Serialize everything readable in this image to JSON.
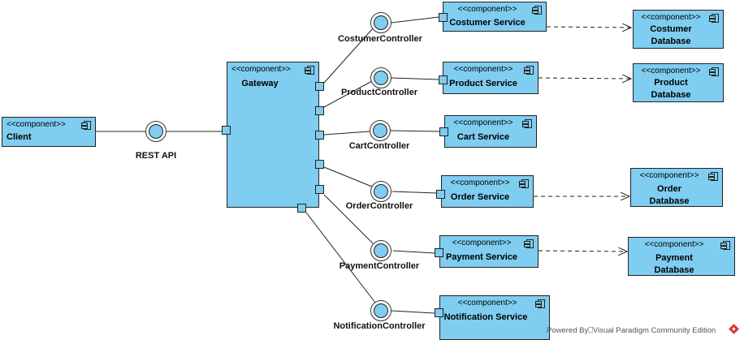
{
  "diagram": {
    "components": {
      "client": {
        "stereotype": "<<component>>",
        "name": "Client"
      },
      "gateway": {
        "stereotype": "<<component>>",
        "name": "Gateway"
      },
      "costumer_service": {
        "stereotype": "<<component>>",
        "name": "Costumer Service"
      },
      "product_service": {
        "stereotype": "<<component>>",
        "name": "Product Service"
      },
      "cart_service": {
        "stereotype": "<<component>>",
        "name": "Cart Service"
      },
      "order_service": {
        "stereotype": "<<component>>",
        "name": "Order Service"
      },
      "payment_service": {
        "stereotype": "<<component>>",
        "name": "Payment Service"
      },
      "notification_service": {
        "stereotype": "<<component>>",
        "name": "Notification Service"
      },
      "costumer_database": {
        "stereotype": "<<component>>",
        "name_line1": "Costumer",
        "name_line2": "Database"
      },
      "product_database": {
        "stereotype": "<<component>>",
        "name_line1": "Product",
        "name_line2": "Database"
      },
      "order_database": {
        "stereotype": "<<component>>",
        "name_line1": "Order",
        "name_line2": "Database"
      },
      "payment_database": {
        "stereotype": "<<component>>",
        "name_line1": "Payment",
        "name_line2": "Database"
      }
    },
    "interfaces": {
      "rest_api": "REST API",
      "costumer_controller": "CostumerController",
      "product_controller": "ProductController",
      "cart_controller": "CartController",
      "order_controller": "OrderController",
      "payment_controller": "PaymentController",
      "notification_controller": "NotificationController"
    },
    "watermark": "Powered By⎕Visual Paradigm Community Edition"
  }
}
